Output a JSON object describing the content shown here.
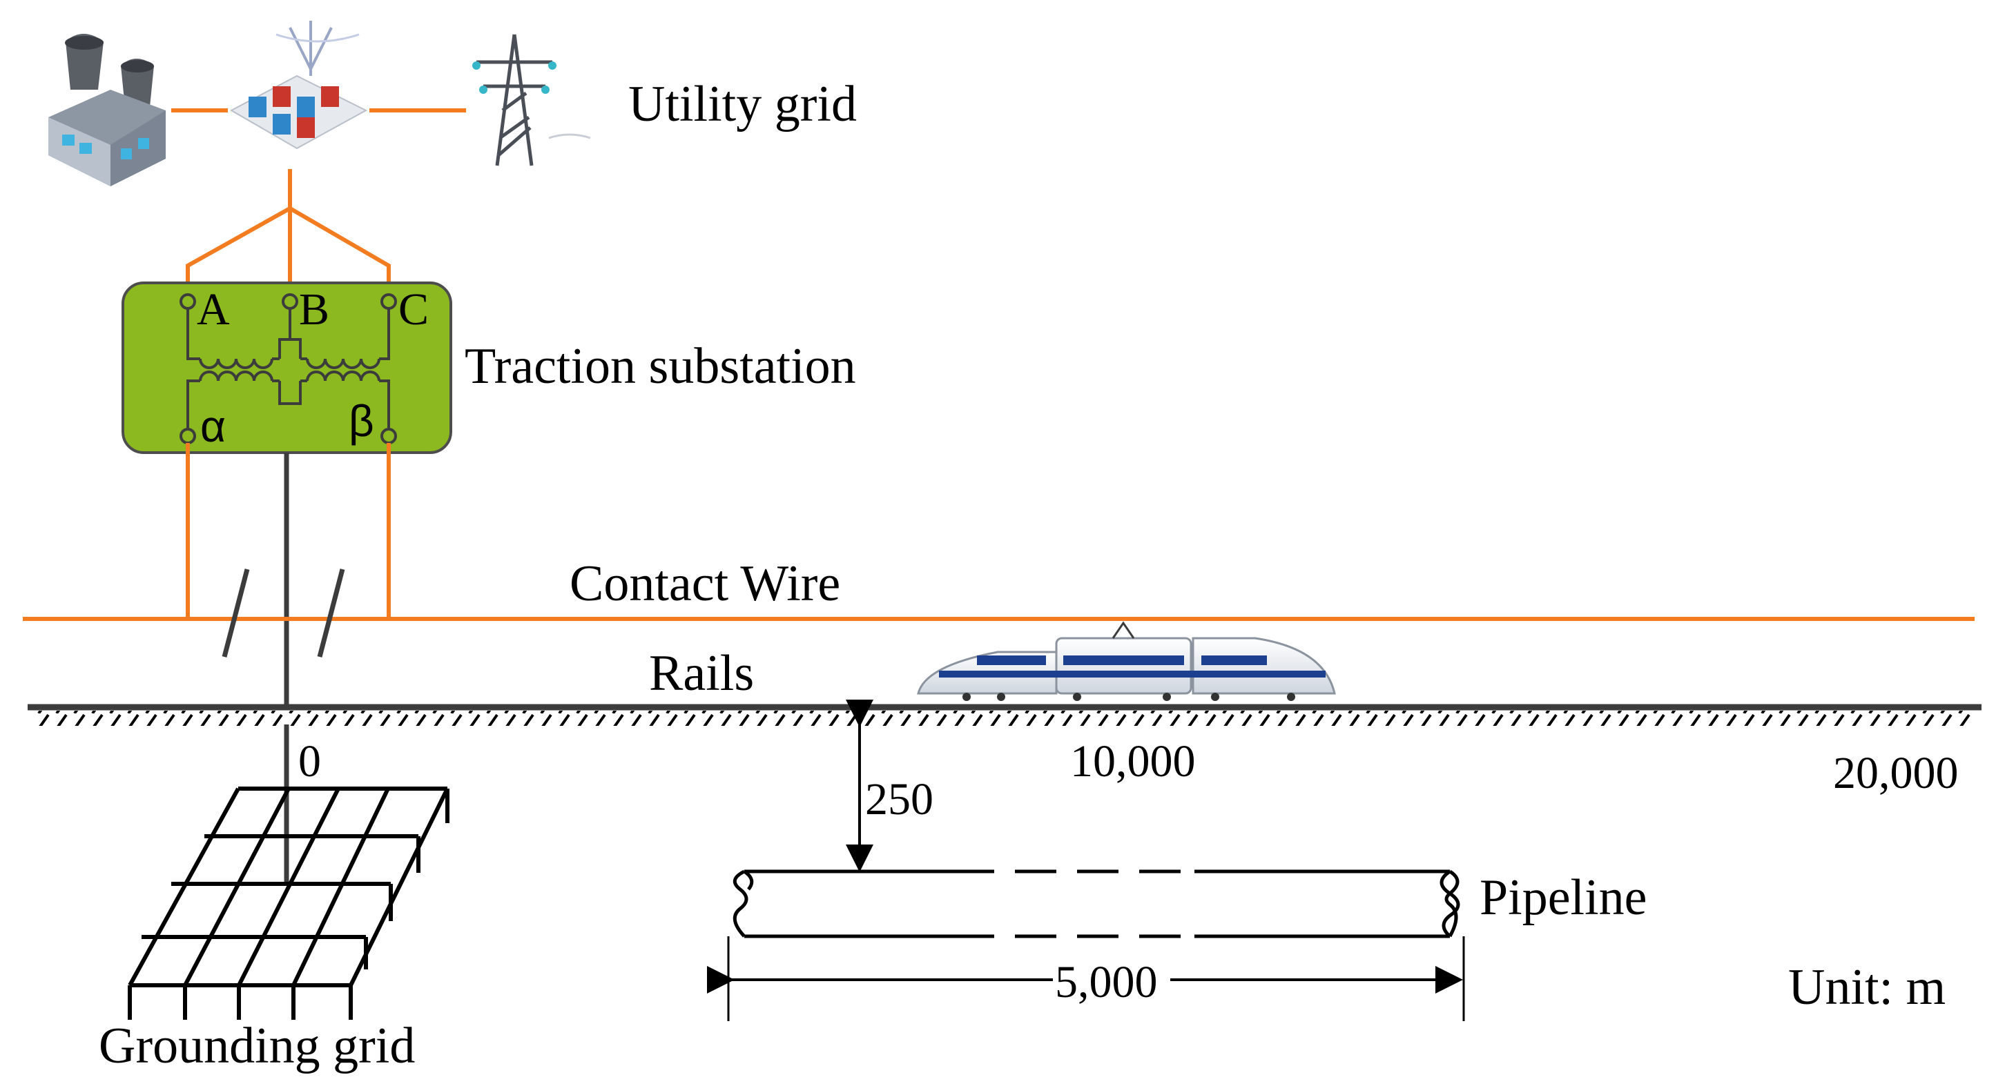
{
  "labels": {
    "utility_grid": "Utility grid",
    "traction_substation": "Traction substation",
    "contact_wire": "Contact Wire",
    "rails": "Rails",
    "pipeline": "Pipeline",
    "grounding_grid": "Grounding grid",
    "unit": "Unit: m"
  },
  "terminals": {
    "a": "A",
    "b": "B",
    "c": "C",
    "alpha": "α",
    "beta": "β"
  },
  "dimensions": {
    "origin": "0",
    "mid_mark": "10,000",
    "end_mark": "20,000",
    "pipeline_depth": "250",
    "pipeline_length": "5,000"
  },
  "colors": {
    "wire": "#f47c20",
    "substation_fill": "#8cb820",
    "ground_line": "#3c3c3c"
  },
  "icons": [
    "power-plant-icon",
    "substation-icon",
    "transmission-tower-icon",
    "train-icon"
  ]
}
